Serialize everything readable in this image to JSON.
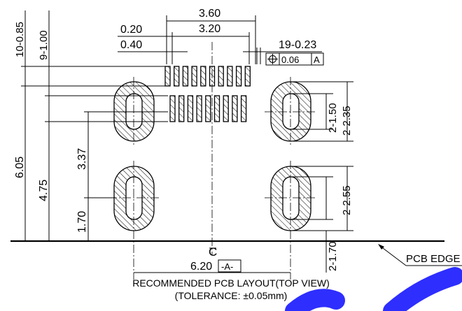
{
  "dimensions": {
    "overall_width": "3.60",
    "inner_width": "3.20",
    "pad_gap": "0.20",
    "pitch": "0.40",
    "pad_count_spec": "19-0.23",
    "tolerance_value": "0.06",
    "datum_ref": "A",
    "left_top_1": "10-0.85",
    "left_top_2": "9-1.00",
    "height_605": "6.05",
    "height_475": "4.75",
    "height_337": "3.37",
    "height_170": "1.70",
    "slot_150": "2-1.50",
    "slot_235": "2-2.35",
    "slot_255": "2-2.55",
    "slot_170": "2-1.70",
    "base_width": "6.20",
    "datum_label": "-A-",
    "centerline": "C",
    "pcb_edge": "PCB EDGE"
  },
  "caption": {
    "line1": "RECOMMENDED PCB LAYOUT(TOP VIEW)",
    "line2": "(TOLERANCE: ±0.05mm)"
  },
  "icons": {
    "position_symbol": "position-tolerance-icon",
    "watermark": "watermark-logo"
  }
}
